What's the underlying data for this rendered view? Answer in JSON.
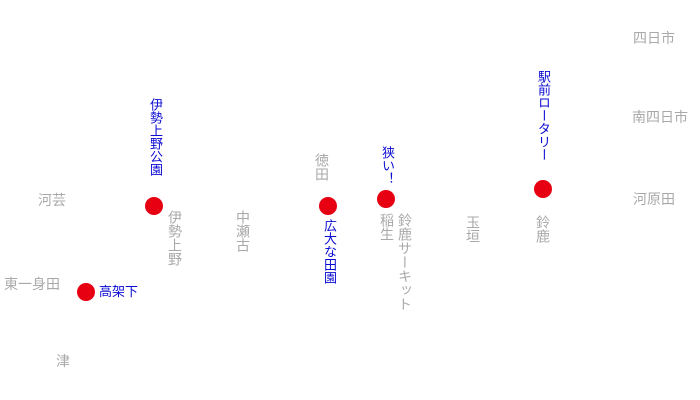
{
  "map": {
    "colors": {
      "place_label": "#a9a9a9",
      "spot_label": "#0a0ad2",
      "spot_marker": "#e60012",
      "background": "#ffffff"
    },
    "place_labels": [
      {
        "id": "yokkaichi",
        "text": "四日市"
      },
      {
        "id": "minami-yokkaichi",
        "text": "南四日市"
      },
      {
        "id": "kawarada",
        "text": "河原田"
      },
      {
        "id": "kawage",
        "text": "河芸"
      },
      {
        "id": "higashi-ishinden",
        "text": "東一身田"
      },
      {
        "id": "tsu",
        "text": "津"
      },
      {
        "id": "ise-ueno",
        "text": "伊勢上野"
      },
      {
        "id": "nakaseko",
        "text": "中瀬古"
      },
      {
        "id": "tokuda",
        "text": "徳田"
      },
      {
        "id": "inou",
        "text": "稲生"
      },
      {
        "id": "suzuka-circuit",
        "text": "鈴鹿サーキット"
      },
      {
        "id": "tamagaki",
        "text": "玉垣"
      },
      {
        "id": "suzuka",
        "text": "鈴鹿"
      }
    ],
    "spots": [
      {
        "id": "koukashita",
        "label": "高架下"
      },
      {
        "id": "ise-ueno-park",
        "label": "伊勢上野公園"
      },
      {
        "id": "hiroi-denen",
        "label": "広大な田園"
      },
      {
        "id": "semai",
        "label": "狭い！"
      },
      {
        "id": "ekimae-rotary",
        "label": "駅前ロータリー"
      }
    ]
  }
}
